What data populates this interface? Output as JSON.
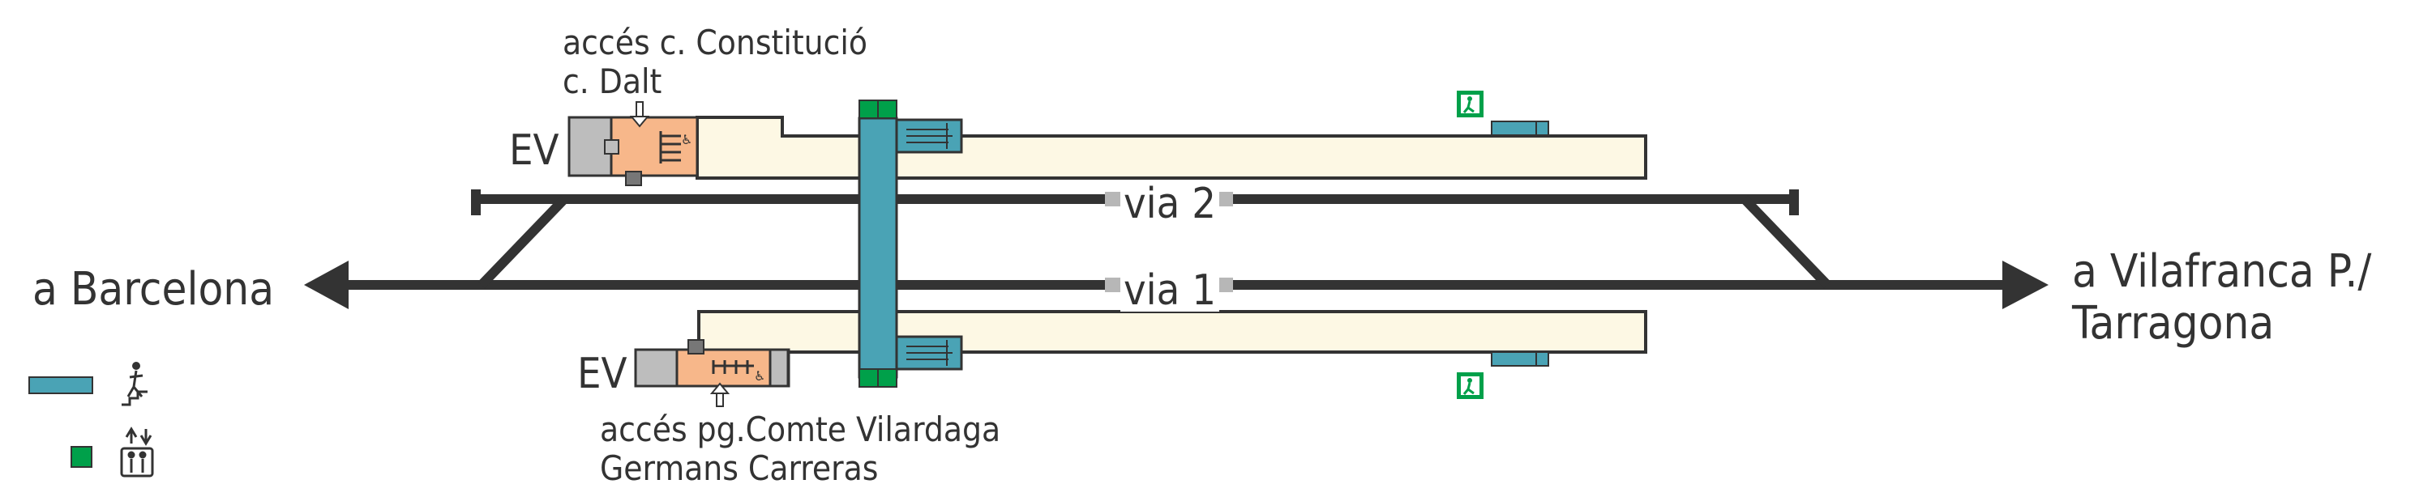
{
  "stations": {
    "top": {
      "access_label_line1": "accés c. Constitució",
      "access_label_line2": "c. Dalt",
      "ev_label": "EV"
    },
    "bottom": {
      "access_label_line1": "accés pg.Comte Vilardaga",
      "access_label_line2": "Germans Carreras",
      "ev_label": "EV"
    }
  },
  "tracks": {
    "via2_label": "via 2",
    "via1_label": "via 1"
  },
  "destinations": {
    "left": "a Barcelona",
    "right_line1": "a Vilafranca P./",
    "right_line2": "Tarragona"
  },
  "legend": {
    "items": [
      {
        "swatch_color": "#4aa3b5",
        "icon": "escalator-stairs-icon"
      },
      {
        "swatch_color": "#00a04a",
        "icon": "elevator-icon"
      }
    ]
  },
  "colors": {
    "platform_fill": "#fdf8e4",
    "hall_fill": "#f7b78a",
    "ev_fill": "#bdbdbd",
    "walkway_fill": "#4aa3b5",
    "elevator_fill": "#00a04a",
    "track": "#333333",
    "outline": "#333333"
  },
  "icons": [
    "emergency-exit-icon",
    "wheelchair-icon",
    "ticket-machine-icon"
  ]
}
